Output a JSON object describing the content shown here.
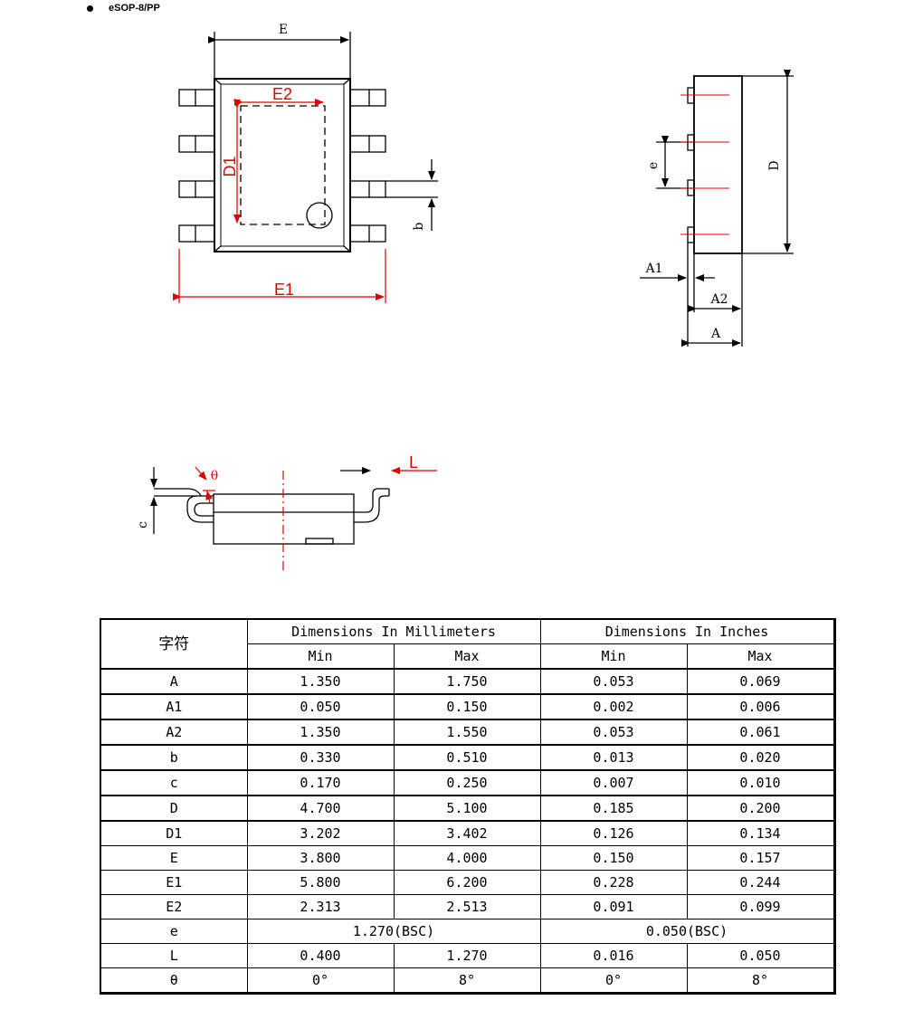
{
  "heading": "eSOP-8/PP",
  "drawing_labels": {
    "top_E": "E",
    "top_E2": "E2",
    "top_D1": "D1",
    "top_b": "b",
    "top_E1": "E1",
    "side_e": "e",
    "side_D": "D",
    "side_A1": "A1",
    "side_A2": "A2",
    "side_A": "A",
    "front_theta": "θ",
    "front_L": "L",
    "front_c": "c"
  },
  "table": {
    "symbol_header": "字符",
    "group_mm": "Dimensions In Millimeters",
    "group_in": "Dimensions In Inches",
    "min_label": "Min",
    "max_label": "Max",
    "rows": [
      {
        "sym": "A",
        "mm_min": "1.350",
        "mm_max": "1.750",
        "in_min": "0.053",
        "in_max": "0.069"
      },
      {
        "sym": "A1",
        "mm_min": "0.050",
        "mm_max": "0.150",
        "in_min": "0.002",
        "in_max": "0.006"
      },
      {
        "sym": "A2",
        "mm_min": "1.350",
        "mm_max": "1.550",
        "in_min": "0.053",
        "in_max": "0.061"
      },
      {
        "sym": "b",
        "mm_min": "0.330",
        "mm_max": "0.510",
        "in_min": "0.013",
        "in_max": "0.020"
      },
      {
        "sym": "c",
        "mm_min": "0.170",
        "mm_max": "0.250",
        "in_min": "0.007",
        "in_max": "0.010"
      },
      {
        "sym": "D",
        "mm_min": "4.700",
        "mm_max": "5.100",
        "in_min": "0.185",
        "in_max": "0.200"
      },
      {
        "sym": "D1",
        "mm_min": "3.202",
        "mm_max": "3.402",
        "in_min": "0.126",
        "in_max": "0.134"
      },
      {
        "sym": "E",
        "mm_min": "3.800",
        "mm_max": "4.000",
        "in_min": "0.150",
        "in_max": "0.157"
      },
      {
        "sym": "E1",
        "mm_min": "5.800",
        "mm_max": "6.200",
        "in_min": "0.228",
        "in_max": "0.244"
      },
      {
        "sym": "E2",
        "mm_min": "2.313",
        "mm_max": "2.513",
        "in_min": "0.091",
        "in_max": "0.099"
      }
    ],
    "e_row": {
      "sym": "e",
      "mm": "1.270(BSC)",
      "in": "0.050(BSC)"
    },
    "L_row": {
      "sym": "L",
      "mm_min": "0.400",
      "mm_max": "1.270",
      "in_min": "0.016",
      "in_max": "0.050"
    },
    "theta_row": {
      "sym": "θ",
      "mm_min": "0°",
      "mm_max": "8°",
      "in_min": "0°",
      "in_max": "8°"
    }
  }
}
